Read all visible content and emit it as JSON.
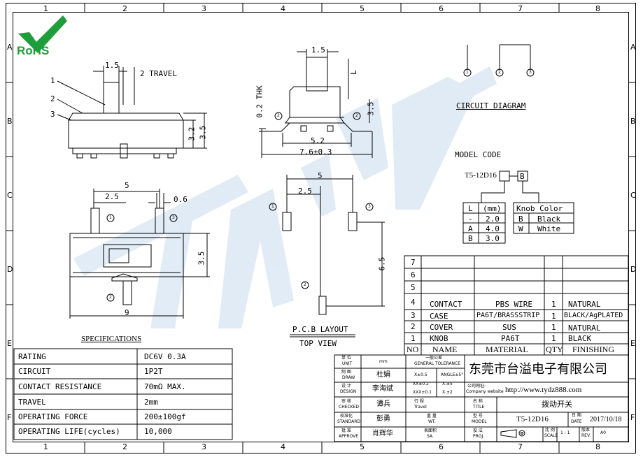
{
  "frame": {
    "column_labels": [
      "1",
      "2",
      "3",
      "4",
      "5",
      "6",
      "7",
      "8"
    ],
    "row_labels": [
      "A",
      "B",
      "C",
      "D",
      "E",
      "F"
    ]
  },
  "logo": {
    "text": "RoHS",
    "color": "#1e9e3a"
  },
  "watermark": {
    "text": "TAIYI",
    "color": "#c9dcef"
  },
  "side_view": {
    "dim_width": "1.5",
    "travel_label": "2 TRAVEL",
    "callouts": [
      "1",
      "2",
      "3"
    ],
    "dim_h1": "3.2",
    "dim_h2": "3.5"
  },
  "front_view": {
    "dim_top": "1.5",
    "dim_L": "L",
    "dim_thk": "0.2 THK",
    "dim_h": "3.5",
    "dim_inner": "5.2",
    "dim_outer": "7.6±0.3",
    "callouts": [
      "2",
      "2"
    ]
  },
  "circuit": {
    "title": "CIRCUIT DIAGRAM",
    "nodes": [
      "1",
      "2",
      "3"
    ]
  },
  "model": {
    "title": "MODEL CODE",
    "code": "T5-12D16",
    "code_boxes": [
      "",
      "B"
    ],
    "l_table": {
      "headers": [
        "L",
        "(mm)"
      ],
      "rows": [
        [
          "-",
          "2.0"
        ],
        [
          "A",
          "4.0"
        ],
        [
          "B",
          "3.0"
        ]
      ]
    },
    "knob_table": {
      "header": "Knob Color",
      "rows": [
        [
          "B",
          "Black"
        ],
        [
          "W",
          "White"
        ]
      ]
    }
  },
  "top_view": {
    "dim_5": "5",
    "dim_25": "2.5",
    "dim_06": "0.6",
    "dim_35": "3.5",
    "dim_9": "9",
    "callouts": [
      "1",
      "3",
      "2"
    ]
  },
  "pcb": {
    "dim_5": "5",
    "dim_25": "2.5",
    "dim_65": "6.5",
    "title": "P.C.B LAYOUT",
    "subtitle": "TOP VIEW",
    "callouts": [
      "1",
      "3",
      "2"
    ]
  },
  "specs": {
    "title": "SPECIFICATIONS",
    "rows": [
      [
        "RATING",
        "DC6V 0.3A"
      ],
      [
        "CIRCUIT",
        "1P2T"
      ],
      [
        "CONTACT RESISTANCE",
        "70mΩ MAX."
      ],
      [
        "TRAVEL",
        "2mm"
      ],
      [
        "OPERATING FORCE",
        "200±100gf"
      ],
      [
        "OPERATING LIFE(cycles)",
        "10,000"
      ]
    ]
  },
  "bom": {
    "rows": [
      [
        "7",
        "",
        "",
        "",
        ""
      ],
      [
        "6",
        "",
        "",
        "",
        ""
      ],
      [
        "5",
        "",
        "",
        "",
        ""
      ],
      [
        "4",
        "CONTACT",
        "PBS WIRE",
        "1",
        "NATURAL"
      ],
      [
        "3",
        "CASE",
        "PA6T/BRASSSTRIP",
        "1",
        "BLACK/AgPLATED"
      ],
      [
        "2",
        "COVER",
        "SUS",
        "1",
        "NATURAL"
      ],
      [
        "1",
        "KNOB",
        "PA6T",
        "1",
        "BLACK"
      ]
    ],
    "headers": [
      "NO",
      "NAME",
      "MATERIAL",
      "QTY",
      "FINISHING"
    ]
  },
  "title_block": {
    "unit_label": "单 位",
    "unit_en": "UNIT",
    "unit_val": "mm",
    "draw_label": "制 图",
    "draw_en": "DRAW",
    "draw_val": "杜娟",
    "design_label": "设 计",
    "design_en": "DESIGN",
    "design_val": "李海斌",
    "check_label": "审 核",
    "check_en": "CHECKED",
    "check_val": "谭兵",
    "std_label": "校准化",
    "std_en": "STANDARD",
    "std_val": "彭勇",
    "approve_label": "批 准",
    "approve_en": "APPROVE",
    "approve_val": "肖辉华",
    "tol_title": "一般公差",
    "tol_en": "GENERAL TOLERANCE",
    "tol_rows": [
      [
        "X±0.5",
        "ANGLE±5°"
      ],
      [
        "XX±0.2",
        "X.±5"
      ],
      [
        "XXX±0.1",
        "X.±2"
      ]
    ],
    "travel_label": "行 程",
    "travel_en": "Travel",
    "wt_label": "重 量",
    "wt_en": "WT.",
    "sa_label": "表面积",
    "sa_en": "SA.",
    "company": "东莞市台溢电子有限公司",
    "website_label": "公司网址:",
    "website_en": "Company website",
    "website": "http://www.tydz888.com",
    "name_label": "名 称",
    "name_en": "TITLE",
    "name_val": "拨动开关",
    "model_label": "型 号",
    "model_en": "MODEL",
    "model_val": "T5-12D16",
    "date_label": "日 期",
    "date_en": "DATE",
    "date_val": "2017/10/18",
    "proj_label": "投 法",
    "proj_en": "PROJ.",
    "scale_label": "比 例",
    "scale_en": "SCALE",
    "scale_val": "1 : 1",
    "rev_label": "版本",
    "rev_en": "REV.",
    "rev_val": "A0"
  }
}
